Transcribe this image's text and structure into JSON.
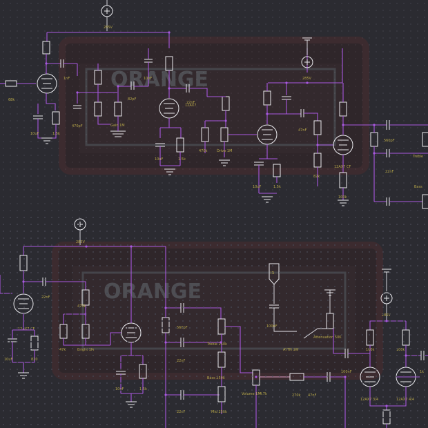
{
  "canvas": {
    "background": "#2b2b31",
    "wire_color": "#a858e0",
    "label_color": "#b8a84a",
    "component_color": "#ececf0"
  },
  "photo": {
    "brand": "ORANGE",
    "brand_lower": "ORANGE",
    "frame_color": "#5a2a2a"
  },
  "upper": {
    "supply_top": "285V",
    "supply_right": "285V",
    "input_resistor": "68k",
    "c1": "1nF",
    "c_kathode": "10uF",
    "r_kathode": "1.5k",
    "c_bright": "470pF",
    "pot_gain": "Gain 1M",
    "c_coupling": "22nF",
    "c_bypass": "10nF",
    "c_82p": "82pF",
    "c_kathode2": "10uF",
    "r_k2": "1.5k",
    "r_470": "470k",
    "pot_mid": "Drive 1M",
    "tube_mid": "12AX7",
    "c_47n": "47nF",
    "r_82k": "82k",
    "r_100k": "100k",
    "tube_right": "12AX7 CF",
    "c_560p": "560pF",
    "c_22n": "22nF",
    "pot_treble": "Treble",
    "pot_bass": "Bass",
    "r_cf": "100k"
  },
  "lower": {
    "supply_left": "285V",
    "supply_right": "285V",
    "c_22n_a": "22nF",
    "tube_left": "12AX7 CF",
    "r_820": "820",
    "r_470k": "470k",
    "pot_bright": "Bright 1M",
    "r_47": "47k",
    "c_560": "560pF",
    "c_22n_b": "22nF",
    "c_22n_c": "22nF",
    "pot_treble": "Treble 250k",
    "pot_bass": "Bass 250k",
    "pot_mid": "Mid 250k",
    "c_10uF": "10uF",
    "r_1k5": "1.5k",
    "pot_volume": "Volume 1M",
    "r_4": "4.7k",
    "r_270": "270k",
    "c_47": "47nF",
    "c_100": "100nF",
    "sw": "ATTN SW",
    "pot_attn": "Attenuation 50K",
    "in_label": "IN",
    "tube_r1": "12AX7 3/4",
    "tube_r2": "12AX7 4/4",
    "r_100": "100k",
    "r_tail": "1k"
  }
}
